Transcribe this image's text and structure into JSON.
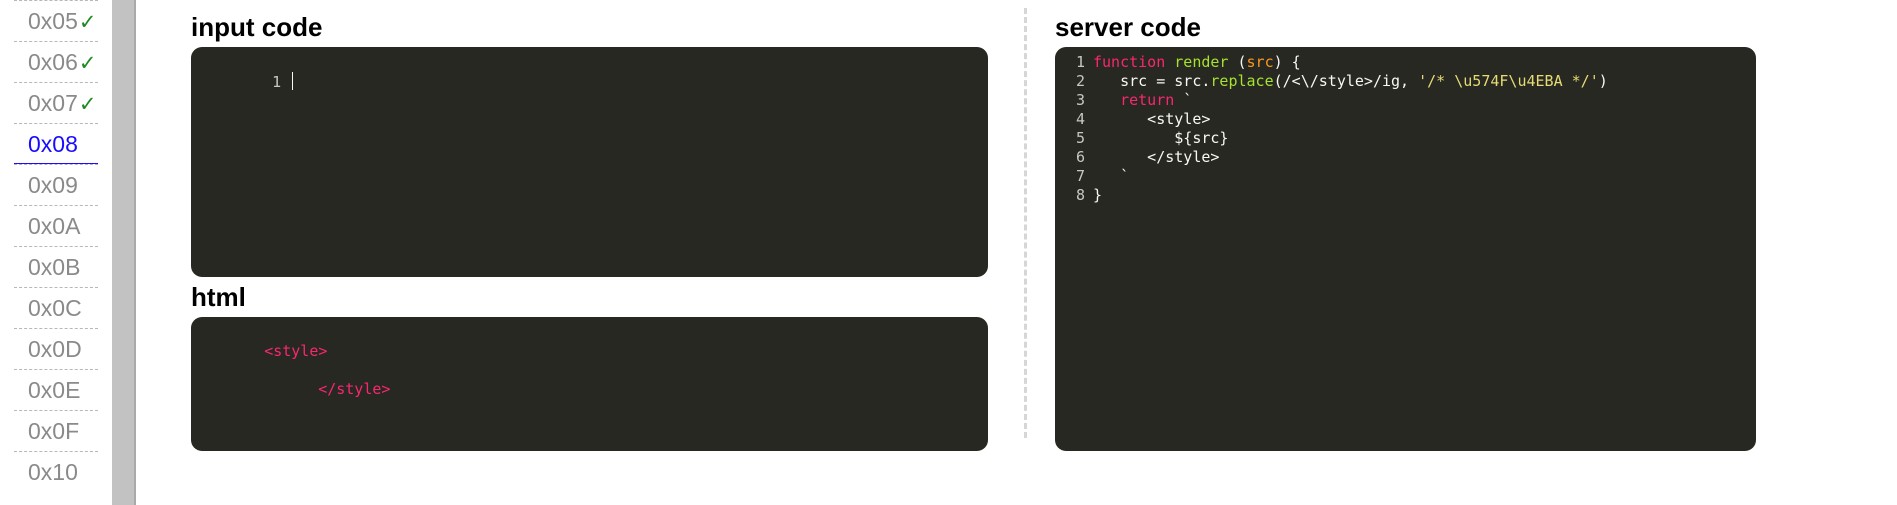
{
  "nav": {
    "items": [
      {
        "label": "0x05",
        "solved": true
      },
      {
        "label": "0x06",
        "solved": true
      },
      {
        "label": "0x07",
        "solved": true
      },
      {
        "label": "0x08",
        "solved": false
      },
      {
        "label": "0x09",
        "solved": false
      },
      {
        "label": "0x0A",
        "solved": false
      },
      {
        "label": "0x0B",
        "solved": false
      },
      {
        "label": "0x0C",
        "solved": false
      },
      {
        "label": "0x0D",
        "solved": false
      },
      {
        "label": "0x0E",
        "solved": false
      },
      {
        "label": "0x0F",
        "solved": false
      },
      {
        "label": "0x10",
        "solved": false
      }
    ],
    "active": "0x08",
    "check_glyph": "✓"
  },
  "input_section": {
    "title": "input code",
    "line_number": "1",
    "value": ""
  },
  "html_section": {
    "title": "html",
    "open_tag": "<style>",
    "close_tag": "</style>"
  },
  "server_section": {
    "title": "server code",
    "lines": [
      {
        "n": "1",
        "tokens": [
          [
            "kw",
            "function"
          ],
          [
            "",
            " "
          ],
          [
            "fn",
            "render"
          ],
          [
            "",
            " ("
          ],
          [
            "param",
            "src"
          ],
          [
            "",
            ") {"
          ]
        ]
      },
      {
        "n": "2",
        "tokens": [
          [
            "",
            "   src = src."
          ],
          [
            "fn",
            "replace"
          ],
          [
            "",
            "(/<\\/style>/ig, "
          ],
          [
            "str",
            "'/* \\u574F\\u4EBA */'"
          ],
          [
            "",
            ")"
          ]
        ]
      },
      {
        "n": "3",
        "tokens": [
          [
            "",
            "   "
          ],
          [
            "kw",
            "return"
          ],
          [
            "",
            " `"
          ]
        ]
      },
      {
        "n": "4",
        "tokens": [
          [
            "",
            "      <style>"
          ]
        ]
      },
      {
        "n": "5",
        "tokens": [
          [
            "",
            "         ${src}"
          ]
        ]
      },
      {
        "n": "6",
        "tokens": [
          [
            "",
            "      </style>"
          ]
        ]
      },
      {
        "n": "7",
        "tokens": [
          [
            "",
            "   `"
          ]
        ]
      },
      {
        "n": "8",
        "tokens": [
          [
            "",
            "}"
          ]
        ]
      }
    ]
  },
  "colors": {
    "editor_bg": "#272822",
    "keyword": "#f92672",
    "function": "#a6e22e",
    "param": "#fd971f",
    "string": "#e6db74",
    "active_nav": "#1a0dff",
    "check": "#1f8a1f"
  }
}
